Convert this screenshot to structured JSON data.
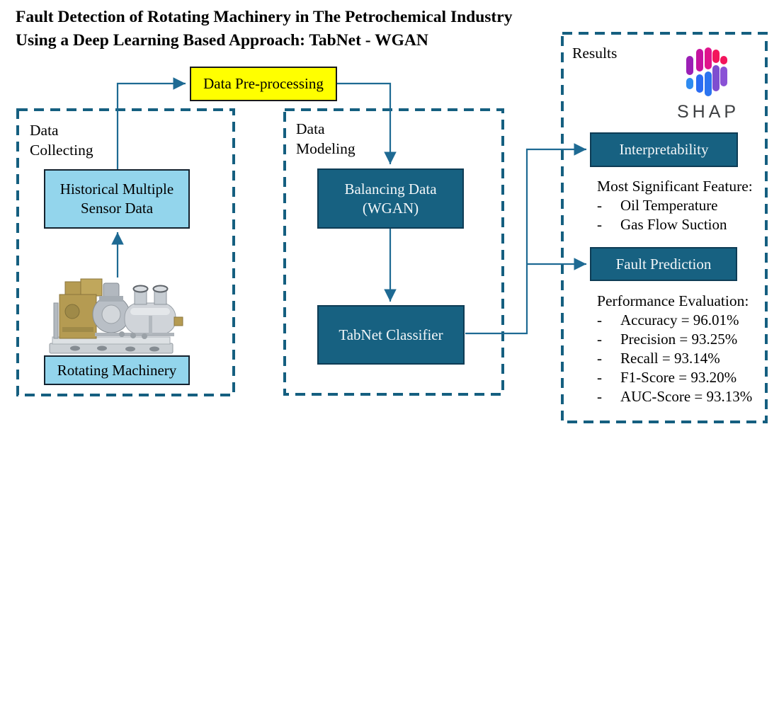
{
  "bullet": "-",
  "title": {
    "line1": "Fault Detection of Rotating Machinery in The Petrochemical Industry",
    "line2": "Using a Deep Learning Based Approach: TabNet - WGAN"
  },
  "preprocessing": {
    "label": "Data Pre-processing"
  },
  "data_collecting": {
    "label_line1": "Data",
    "label_line2": "Collecting",
    "sensor_box": {
      "line1": "Historical Multiple",
      "line2": "Sensor Data"
    },
    "machinery_box": "Rotating Machinery"
  },
  "data_modeling": {
    "label_line1": "Data",
    "label_line2": "Modeling",
    "balancing_box": {
      "line1": "Balancing Data",
      "line2": "(WGAN)"
    },
    "tabnet_box": "TabNet Classifier"
  },
  "results": {
    "label": "Results",
    "shap_label": "SHAP",
    "interpretability_box": "Interpretability",
    "significant_feature": {
      "heading": "Most Significant Feature:",
      "items": [
        "Oil Temperature",
        "Gas Flow Suction"
      ]
    },
    "fault_prediction_box": "Fault Prediction",
    "performance": {
      "heading": "Performance Evaluation:",
      "items": [
        "Accuracy = 96.01%",
        "Precision = 93.25%",
        "Recall = 93.14%",
        "F1-Score = 93.20%",
        "AUC-Score = 93.13%"
      ]
    }
  },
  "icons": {
    "shap_logo": "shap-logo",
    "machinery_photo": "rotating-machinery-photo"
  },
  "colors": {
    "dashed_border": "#155f80",
    "arrow": "#1e6a93",
    "dark_box": "#176181",
    "light_box": "#93d5ec",
    "highlight_yellow": "#ffff00",
    "shap_pink": "#f3155c",
    "shap_magenta": "#c513a0",
    "shap_purple": "#9b1fb5",
    "shap_violet": "#7e4ed0",
    "shap_blue": "#2b74f0",
    "shap_text": "#3e4042"
  }
}
